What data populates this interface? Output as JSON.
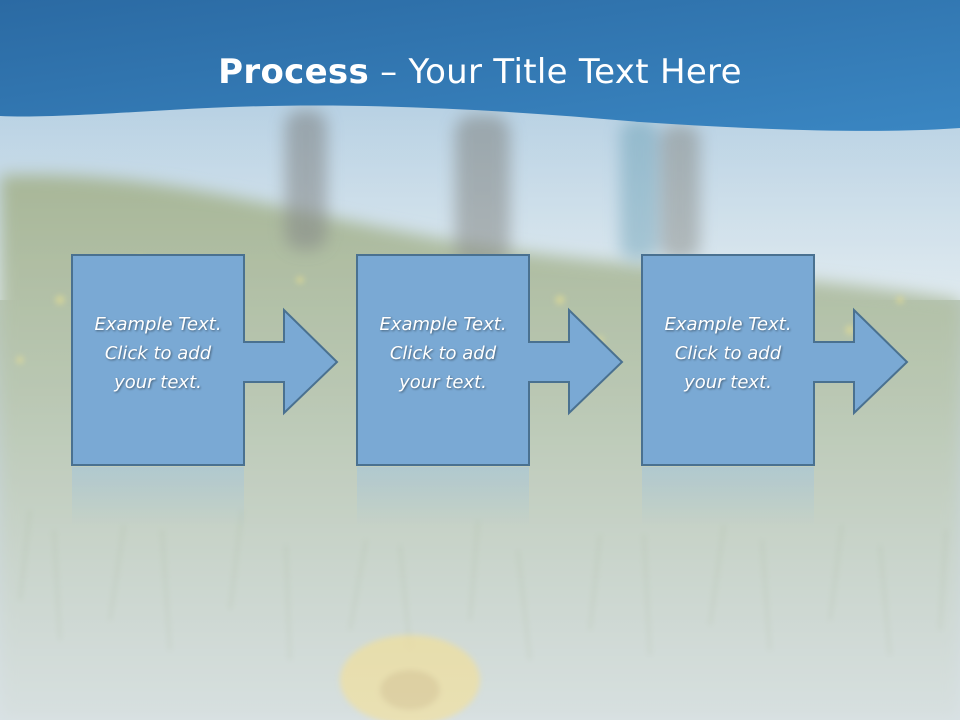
{
  "slide": {
    "title": {
      "bold": "Process",
      "rest": " – Your Title Text Here"
    },
    "steps": [
      {
        "lines": [
          "Example Text.",
          "Click  to add",
          "your text."
        ]
      },
      {
        "lines": [
          "Example Text.",
          "Click  to add",
          "your text."
        ]
      },
      {
        "lines": [
          "Example Text.",
          "Click  to add",
          "your text."
        ]
      }
    ]
  },
  "colors": {
    "banner": "#2f6fa8",
    "shape_fill": "#7aa9d4",
    "shape_border": "#4a7190",
    "text": "#ffffff"
  },
  "icons": [
    "right-arrow-icon",
    "right-arrow-icon",
    "right-arrow-icon"
  ]
}
